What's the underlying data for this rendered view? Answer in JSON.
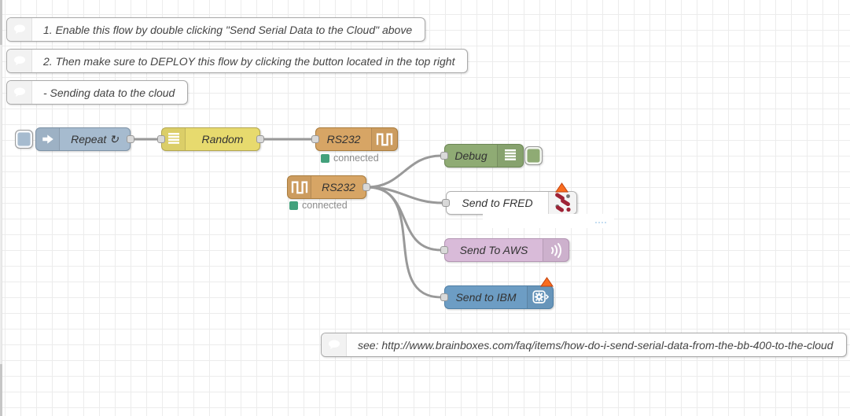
{
  "workspace": {
    "background_color": "#ffffff",
    "grid_color": "#ececec",
    "wire_color": "#999999"
  },
  "comments": {
    "c1": {
      "label": "1. Enable this flow by double clicking \"Send Serial Data to the Cloud\" above"
    },
    "c2": {
      "label": "2. Then make sure to DEPLOY this flow by clicking the button located in the top right"
    },
    "c3": {
      "label": "- Sending data to the cloud"
    },
    "c4": {
      "label": "see: http://www.brainboxes.com/faq/items/how-do-i-send-serial-data-from-the-bb-400-to-the-cloud"
    }
  },
  "nodes": {
    "repeat": {
      "label": "Repeat ↻",
      "color": "#a6bbcf",
      "icon": "inject-arrow-icon"
    },
    "random": {
      "label": "Random",
      "color": "#e7da6e",
      "icon": "function-lines-icon"
    },
    "rs232_out": {
      "label": "RS232",
      "color": "#d7a565",
      "icon": "square-wave-icon",
      "status": "connected"
    },
    "rs232_in": {
      "label": "RS232",
      "color": "#d7a565",
      "icon": "square-wave-icon",
      "status": "connected"
    },
    "debug": {
      "label": "Debug",
      "color": "#8fab74",
      "icon": "debug-lines-icon"
    },
    "fred": {
      "label": "Send to FRED",
      "color": "#ffffff",
      "icon": "fred-logo-icon",
      "warning": true
    },
    "aws": {
      "label": "Send To AWS",
      "color": "#d9bbd9",
      "icon": "signal-waves-icon"
    },
    "ibm": {
      "label": "Send to IBM",
      "color": "#6d9dc4",
      "icon": "chip-gear-icon",
      "warning": true
    }
  },
  "status_style": {
    "connected_color": "#43a17c",
    "warning_color": "#f96d1f"
  }
}
